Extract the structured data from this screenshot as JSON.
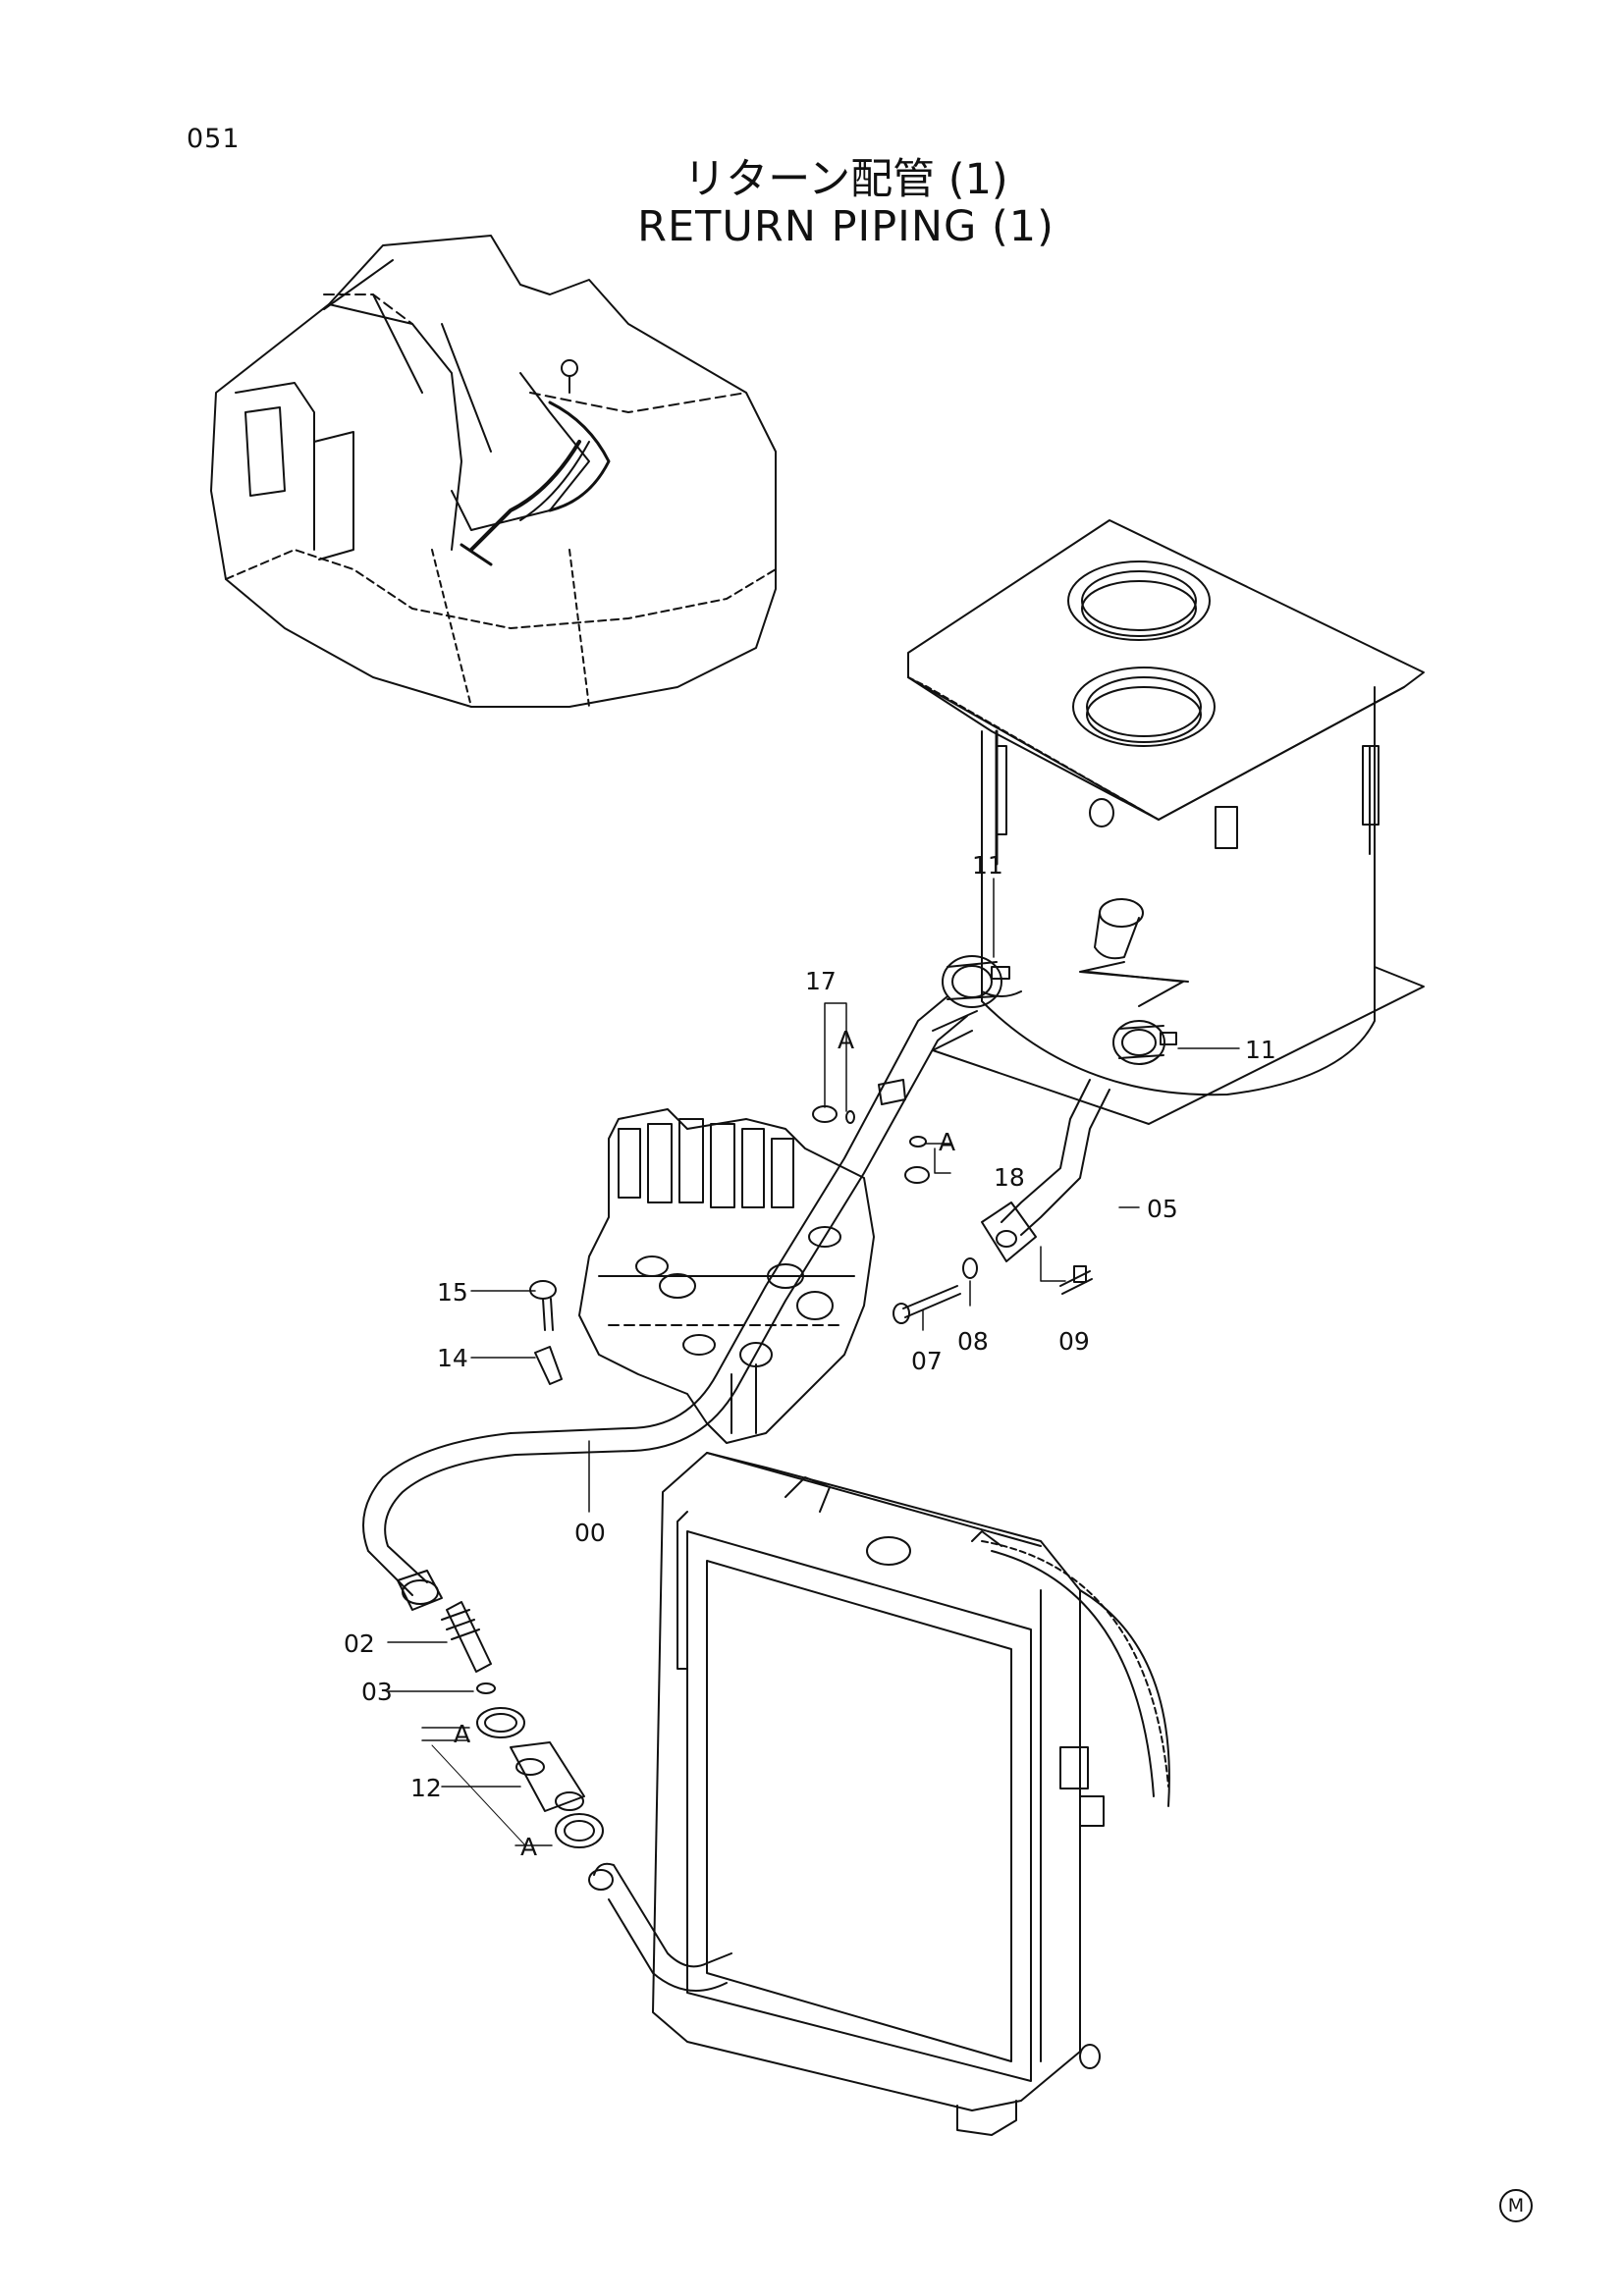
{
  "page_number": "051",
  "title_jp": "リターン配管 (1)",
  "title_en": "RETURN PIPING (1)",
  "callouts": {
    "c00": "00",
    "c02": "02",
    "c03": "03",
    "c05": "05",
    "c07": "07",
    "c08": "08",
    "c09": "09",
    "c11a": "11",
    "c11b": "11",
    "c12": "12",
    "c14": "14",
    "c15": "15",
    "c17": "17",
    "c18": "18",
    "a1": "A",
    "a2": "A",
    "a3": "A",
    "a4": "A"
  },
  "corner_mark": "M"
}
